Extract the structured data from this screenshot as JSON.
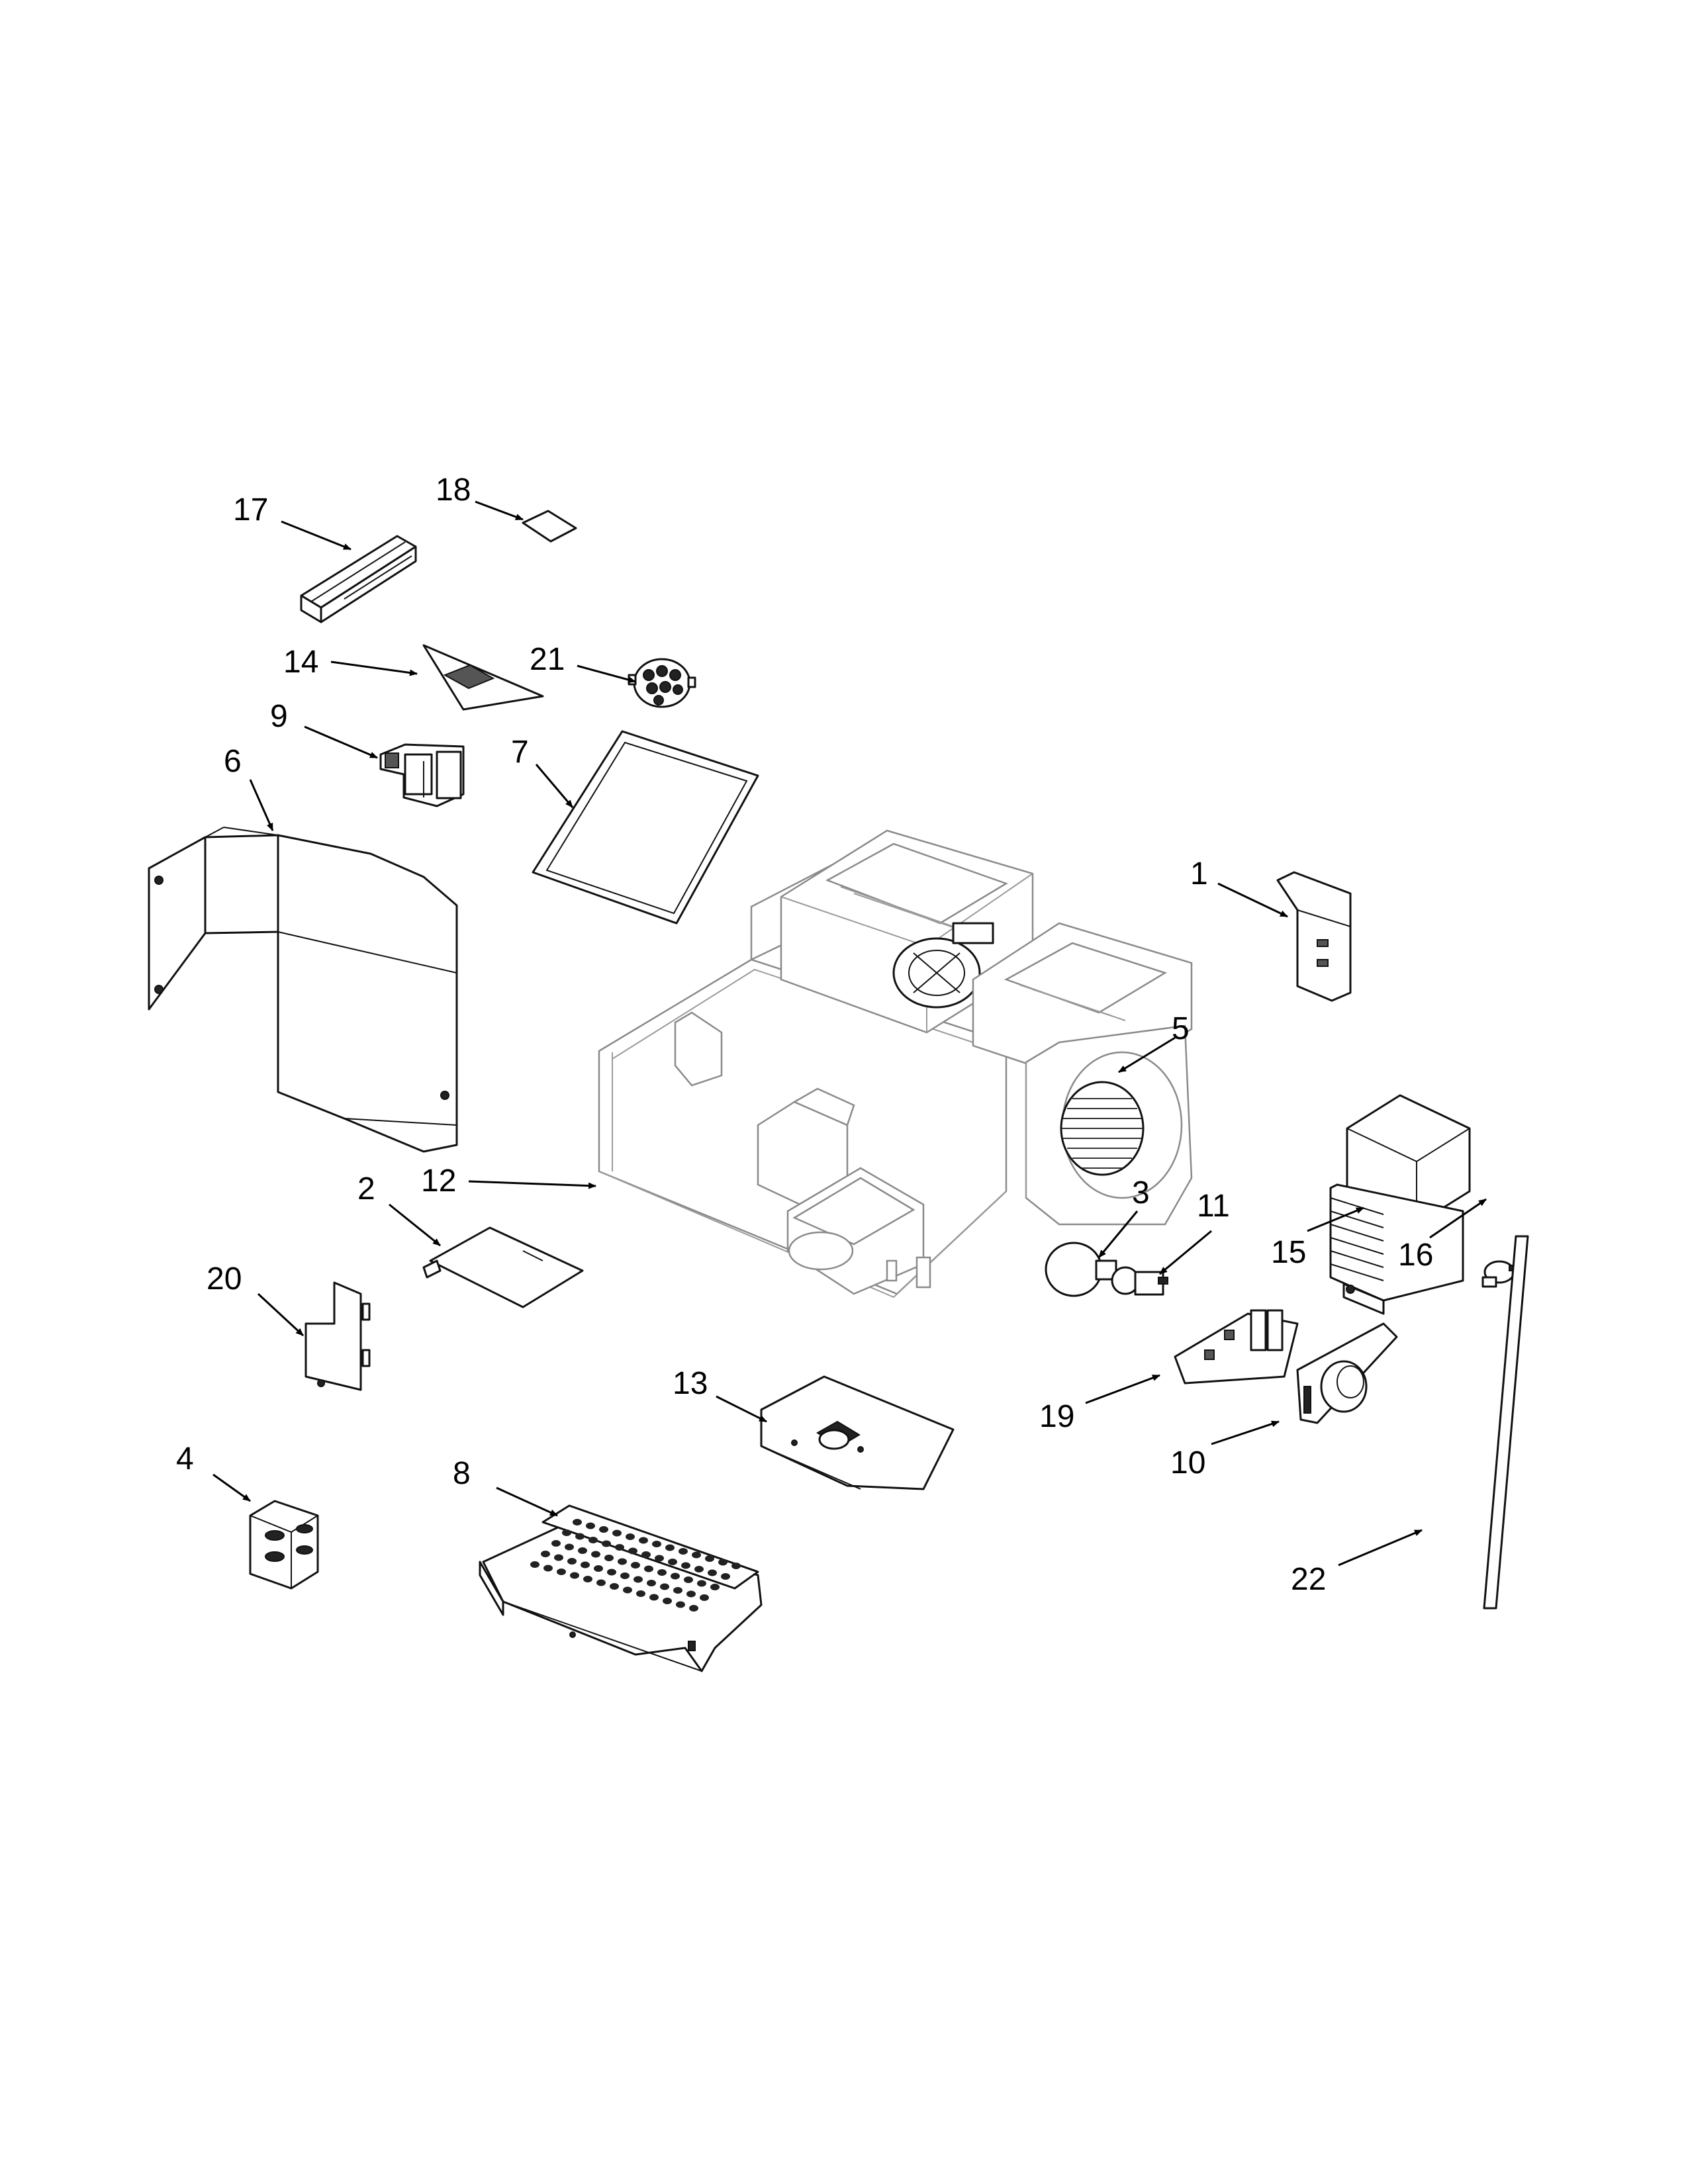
{
  "diagram": {
    "type": "exploded-parts-view",
    "callouts": [
      {
        "id": "c17",
        "label": "17"
      },
      {
        "id": "c18",
        "label": "18"
      },
      {
        "id": "c14",
        "label": "14"
      },
      {
        "id": "c21",
        "label": "21"
      },
      {
        "id": "c9",
        "label": "9"
      },
      {
        "id": "c6",
        "label": "6"
      },
      {
        "id": "c7",
        "label": "7"
      },
      {
        "id": "c1",
        "label": "1"
      },
      {
        "id": "c5",
        "label": "5"
      },
      {
        "id": "c12",
        "label": "12"
      },
      {
        "id": "c2",
        "label": "2"
      },
      {
        "id": "c3",
        "label": "3"
      },
      {
        "id": "c11",
        "label": "11"
      },
      {
        "id": "c15",
        "label": "15"
      },
      {
        "id": "c16",
        "label": "16"
      },
      {
        "id": "c20",
        "label": "20"
      },
      {
        "id": "c13",
        "label": "13"
      },
      {
        "id": "c19",
        "label": "19"
      },
      {
        "id": "c10",
        "label": "10"
      },
      {
        "id": "c4",
        "label": "4"
      },
      {
        "id": "c8",
        "label": "8"
      },
      {
        "id": "c22",
        "label": "22"
      }
    ]
  }
}
